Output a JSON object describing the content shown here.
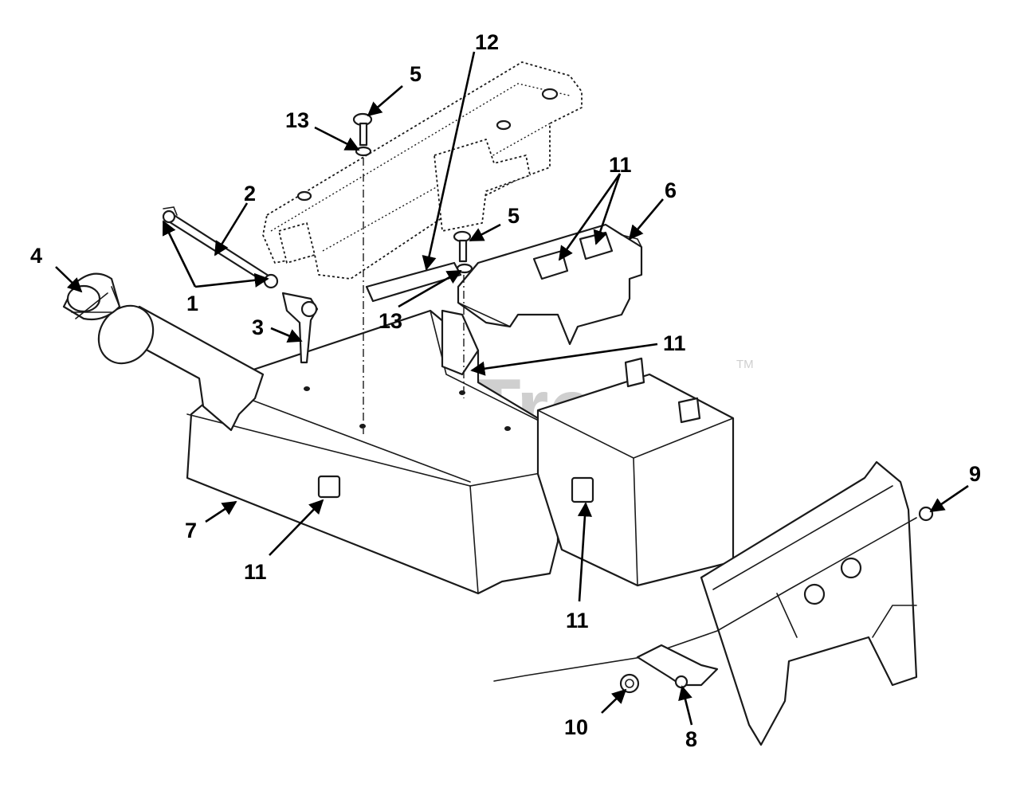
{
  "watermark": {
    "text": "PartsTree",
    "trademark": "TM"
  },
  "callouts": {
    "c1": "1",
    "c2": "2",
    "c3": "3",
    "c4": "4",
    "c5a": "5",
    "c5b": "5",
    "c6": "6",
    "c7": "7",
    "c8": "8",
    "c9": "9",
    "c10": "10",
    "c11a": "11",
    "c11b": "11",
    "c11c": "11",
    "c11d": "11",
    "c12": "12",
    "c13a": "13",
    "c13b": "13"
  }
}
